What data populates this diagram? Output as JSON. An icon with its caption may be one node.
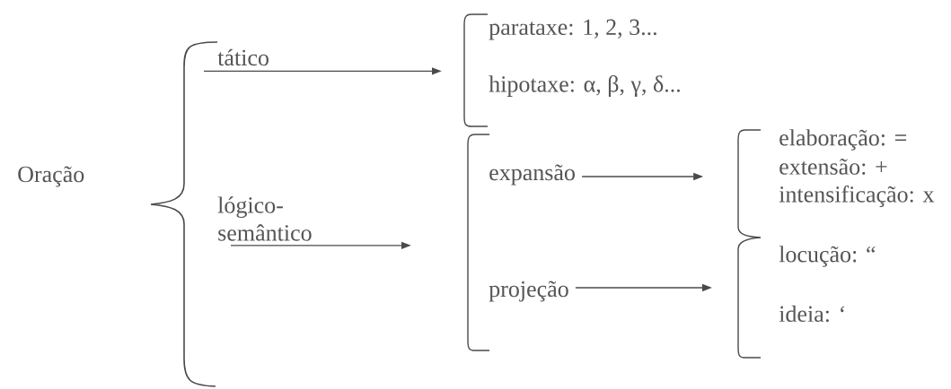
{
  "diagram": {
    "nodes": [
      {
        "text": [
          "tático"
        ]
      },
      {
        "text": [
          "lógico-semântico"
        ]
      },
      {
        "text": [
          "expansão"
        ]
      },
      {
        "text": [
          "projeção"
        ]
      }
    ],
    "edges": [
      {
        "from": 0,
        "to": null,
        "arrow": "to"
      },
      {
        "from": 1,
        "to": null,
        "arrow": "to"
      },
      {
        "from": 2,
        "to": null,
        "arrow": "to"
      },
      {
        "from": 3,
        "to": null,
        "arrow": "to"
      }
    ],
    "labels": [
      "Oração",
      "parataxe: 1, 2, 3...",
      "hipotaxe: α, β, γ, δ...",
      "elaboração: =",
      "extensão: +",
      "intensificação: x",
      "locução: “",
      "ideia: ‘"
    ]
  }
}
